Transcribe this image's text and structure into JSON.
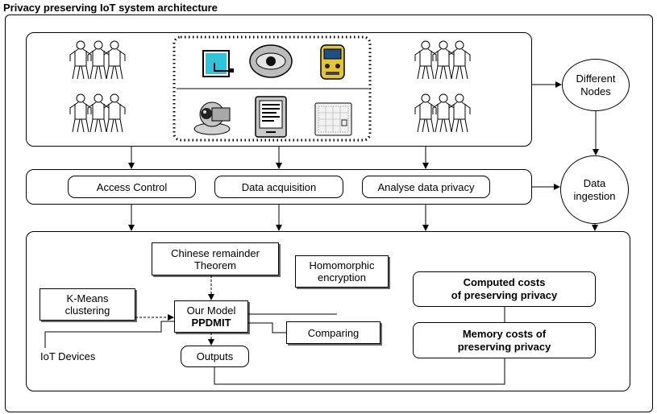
{
  "title": "Privacy preserving IoT system architecture",
  "nodes": {
    "different_nodes": "Different Nodes",
    "data_ingestion": "Data ingestion"
  },
  "layer2": {
    "access_control": "Access Control",
    "data_acquisition": "Data acquisition",
    "analyse_privacy": "Analyse data privacy"
  },
  "layer3": {
    "crt_line1": "Chinese remainder",
    "crt_line2": "Theorem",
    "homomorphic_line1": "Homomorphic",
    "homomorphic_line2": "encryption",
    "kmeans_line1": "K-Means",
    "kmeans_line2": "clustering",
    "model_line1": "Our Model",
    "model_line2": "PPDMIT",
    "comparing": "Comparing",
    "iot_devices": "IoT Devices",
    "outputs": "Outputs",
    "computed_line1": "Computed costs",
    "computed_line2": "of preserving privacy",
    "memory_line1": "Memory costs of",
    "memory_line2": "preserving privacy"
  },
  "icons": [
    "people-group-icon",
    "touchscreen-icon",
    "eye-lens-icon",
    "pda-icon",
    "webcam-icon",
    "ereader-icon",
    "grid-panel-icon"
  ]
}
